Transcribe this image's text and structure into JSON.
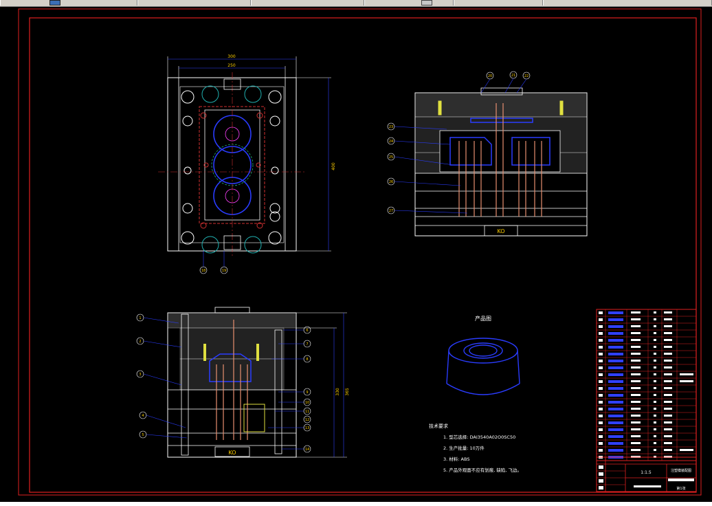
{
  "window": {
    "title": ""
  },
  "drawing": {
    "views": {
      "top_view": {
        "dims": {
          "overall_width": "300",
          "inner_width": "250",
          "overall_height": "400"
        },
        "balloons": [
          "18",
          "19"
        ]
      },
      "section_view": {
        "top_balloons": [
          "20",
          "21",
          "22"
        ],
        "left_balloons": [
          "23",
          "24",
          "25",
          "26",
          "27"
        ],
        "ko_label": "KO"
      },
      "front_view": {
        "left_balloons": [
          "1",
          "2",
          "3",
          "4",
          "5"
        ],
        "right_balloons": [
          "6",
          "7",
          "8",
          "9",
          "10",
          "11",
          "12",
          "13",
          "14"
        ],
        "dim_inner": "330",
        "dim_outer": "365",
        "ko_label": "KO"
      }
    },
    "product": {
      "title": "产品图"
    },
    "tech_requirements": {
      "heading": "技术要求",
      "items": [
        "1. 型芯选择: DAI3540A02O0SC50",
        "2. 生产批量: 10万件",
        "3. 材料: ABS",
        "5. 产品外观面不应有划痕, 缺陷, 飞边。"
      ]
    },
    "title_block": {
      "sheet_no": "1:1.5",
      "label": "注塑模装配图",
      "sheet_info": "第1张"
    }
  },
  "status_bar": {
    "text": ""
  }
}
